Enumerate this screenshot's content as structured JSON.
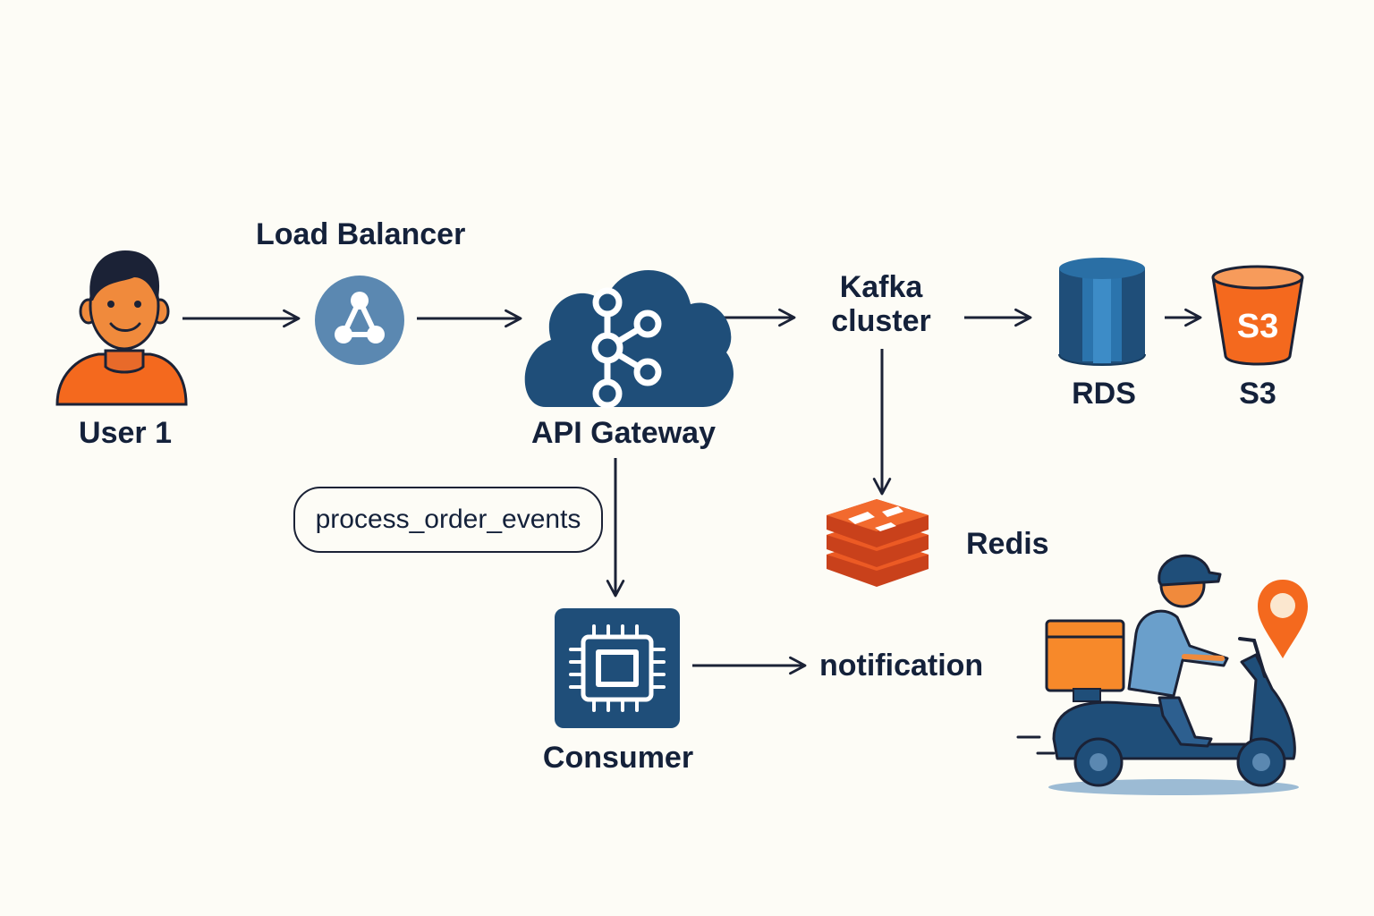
{
  "nodes": {
    "user": "User 1",
    "load_balancer": "Load Balancer",
    "api_gateway": "API Gateway",
    "kafka_line1": "Kafka",
    "kafka_line2": "cluster",
    "rds": "RDS",
    "s3": "S3",
    "s3_icon_text": "S3",
    "redis": "Redis",
    "consumer": "Consumer",
    "notification": "notification"
  },
  "edge_label": "process_order_events",
  "colors": {
    "navy": "#1f4e79",
    "orange": "#f4691e",
    "load_balancer": "#5b88b1",
    "text": "#14213a",
    "background": "#fdfcf6"
  },
  "icons": [
    "user-icon",
    "load-balancer-icon",
    "kafka-cloud-icon",
    "rds-database-icon",
    "s3-bucket-icon",
    "redis-icon",
    "chip-icon",
    "delivery-scooter-icon",
    "map-pin-icon"
  ]
}
